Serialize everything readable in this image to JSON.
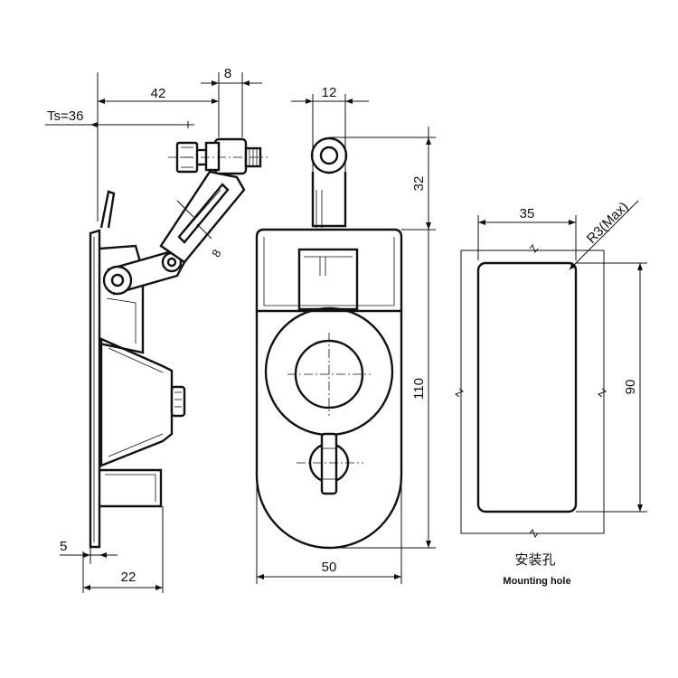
{
  "dimensions": {
    "ts": "Ts=36",
    "d42": "42",
    "d8_top": "8",
    "d8_slot": "8",
    "d5": "5",
    "d22": "22",
    "d12": "12",
    "d32": "32",
    "d110": "110",
    "d50": "50",
    "d35": "35",
    "r3": "R3(Max)",
    "d90": "90"
  },
  "captions": {
    "mounting_cn": "安装孔",
    "mounting_en": "Mounting hole"
  }
}
